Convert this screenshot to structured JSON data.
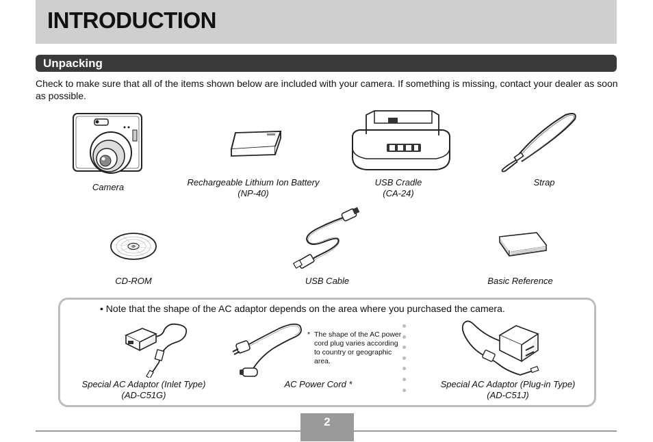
{
  "header": {
    "title": "INTRODUCTION"
  },
  "section": {
    "title": "Unpacking"
  },
  "intro_text": "Check to make sure that all of the items shown below are included with your camera. If something is missing, contact your dealer as soon as possible.",
  "items": {
    "camera": {
      "label": "Camera",
      "icon": "camera-icon"
    },
    "battery": {
      "line1": "Rechargeable Lithium Ion Battery",
      "line2": "(NP-40)",
      "icon": "battery-icon"
    },
    "cradle": {
      "line1": "USB Cradle",
      "line2": "(CA-24)",
      "icon": "usb-cradle-icon"
    },
    "strap": {
      "label": "Strap",
      "icon": "strap-icon"
    },
    "cdrom": {
      "label": "CD-ROM",
      "icon": "cd-rom-icon"
    },
    "usb_cable": {
      "label": "USB Cable",
      "icon": "usb-cable-icon"
    },
    "basic_ref": {
      "label": "Basic Reference",
      "icon": "booklet-icon"
    }
  },
  "adaptor_box": {
    "note": "• Note that the shape of the AC adaptor depends on the area where you purchased the camera.",
    "footnote_mark": "*",
    "footnote": "The shape of the AC power cord plug varies according to country or geographic area.",
    "inlet": {
      "line1": "Special AC Adaptor (Inlet Type)",
      "line2": "(AD-C51G)",
      "icon": "ac-adaptor-inlet-icon"
    },
    "power_cord": {
      "label": "AC Power Cord *",
      "icon": "ac-power-cord-icon"
    },
    "plugin": {
      "line1": "Special AC Adaptor (Plug-in Type)",
      "line2": "(AD-C51J)",
      "icon": "ac-adaptor-plugin-icon"
    }
  },
  "page_number": "2"
}
